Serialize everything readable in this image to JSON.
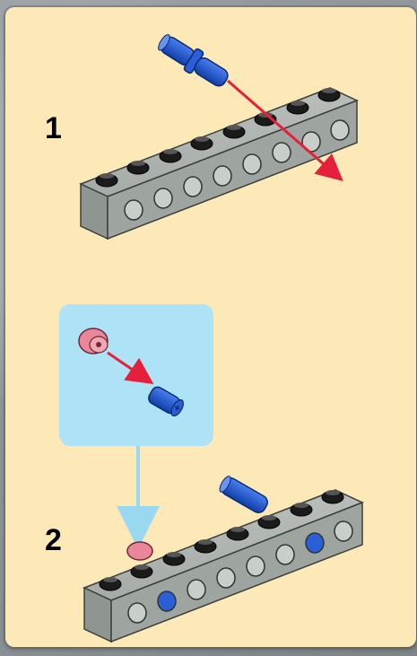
{
  "steps": [
    {
      "number": "1"
    },
    {
      "number": "2"
    }
  ],
  "parts": {
    "beam": {
      "name": "technic-brick-1x8",
      "color": "#9aa19d"
    },
    "pin": {
      "name": "blue-axle-pin",
      "color": "#1f55c8"
    },
    "bush": {
      "name": "pink-half-bush",
      "color": "#e9869a"
    }
  },
  "colors": {
    "background": "#fde9b8",
    "callout": "#aee2f7",
    "arrow_red": "#e5203a",
    "arrow_blue": "#9ad8f0"
  }
}
